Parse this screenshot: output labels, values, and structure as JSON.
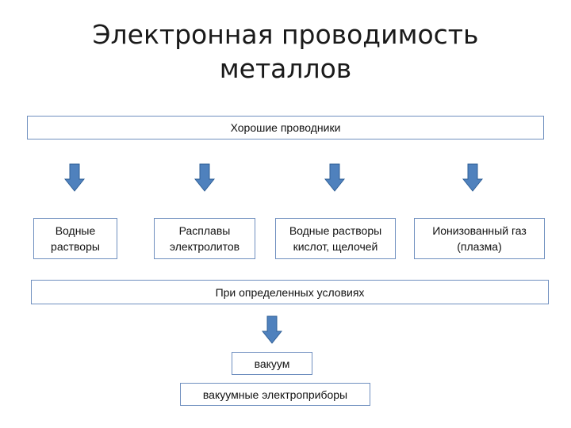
{
  "title": {
    "line1": "Электронная проводимость",
    "line2": "металлов"
  },
  "top_box": {
    "label": "Хорошие проводники"
  },
  "conductors": [
    {
      "line1": "Водные",
      "line2": "растворы"
    },
    {
      "line1": "Расплавы",
      "line2": "электролитов"
    },
    {
      "line1": "Водные растворы",
      "line2": "кислот, щелочей"
    },
    {
      "line1": "Ионизованный газ",
      "line2": "(плазма)"
    }
  ],
  "condition_box": {
    "label": "При определенных условиях"
  },
  "vacuum_box": {
    "label": "вакуум"
  },
  "devices_box": {
    "label": "вакуумные электроприборы"
  },
  "colors": {
    "box_border": "#6f8fbf",
    "arrow_fill": "#4f81bd",
    "arrow_stroke": "#2f5f96"
  },
  "icons": {
    "arrow": "down-arrow-icon"
  }
}
